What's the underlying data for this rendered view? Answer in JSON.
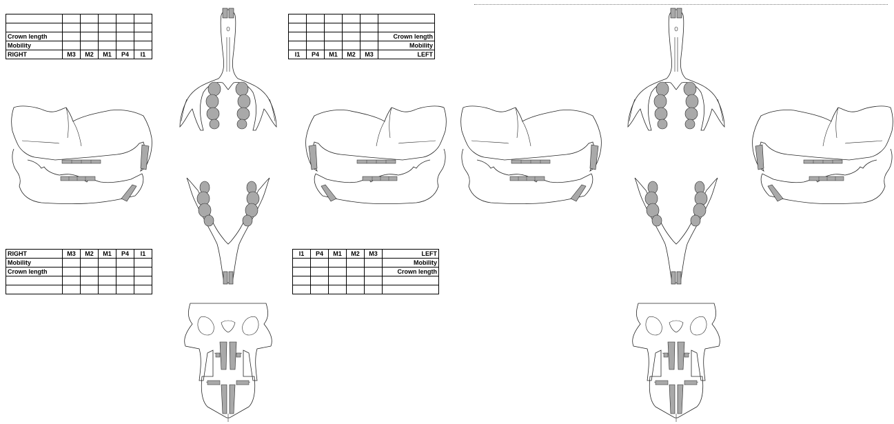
{
  "chart_top_right": {
    "rows": [
      {
        "label": "",
        "cells": [
          "",
          "",
          "",
          "",
          ""
        ]
      },
      {
        "label": "",
        "cells": [
          "",
          "",
          "",
          "",
          ""
        ]
      },
      {
        "label": "Crown length",
        "cells": [
          "",
          "",
          "",
          "",
          ""
        ]
      },
      {
        "label": "Mobility",
        "cells": [
          "",
          "",
          "",
          "",
          ""
        ]
      },
      {
        "label": "RIGHT",
        "cells": [
          "M3",
          "M2",
          "M1",
          "P4",
          "I1"
        ]
      }
    ]
  },
  "chart_top_left": {
    "rows": [
      {
        "label": "",
        "cells": [
          "",
          "",
          "",
          "",
          ""
        ]
      },
      {
        "label": "",
        "cells": [
          "",
          "",
          "",
          "",
          ""
        ]
      },
      {
        "label": "Crown length",
        "cells": [
          "",
          "",
          "",
          "",
          ""
        ]
      },
      {
        "label": "Mobility",
        "cells": [
          "",
          "",
          "",
          "",
          ""
        ]
      },
      {
        "label": "LEFT",
        "cells": [
          "I1",
          "P4",
          "M1",
          "M2",
          "M3"
        ]
      }
    ]
  },
  "chart_bottom_right": {
    "rows": [
      {
        "label": "RIGHT",
        "cells": [
          "M3",
          "M2",
          "M1",
          "P4",
          "I1"
        ]
      },
      {
        "label": "Mobility",
        "cells": [
          "",
          "",
          "",
          "",
          ""
        ]
      },
      {
        "label": "Crown length",
        "cells": [
          "",
          "",
          "",
          "",
          ""
        ]
      },
      {
        "label": "",
        "cells": [
          "",
          "",
          "",
          "",
          ""
        ]
      },
      {
        "label": "",
        "cells": [
          "",
          "",
          "",
          "",
          ""
        ]
      }
    ]
  },
  "chart_bottom_left": {
    "rows": [
      {
        "label": "LEFT",
        "cells": [
          "I1",
          "P4",
          "M1",
          "M2",
          "M3"
        ]
      },
      {
        "label": "Mobility",
        "cells": [
          "",
          "",
          "",
          "",
          ""
        ]
      },
      {
        "label": "Crown length",
        "cells": [
          "",
          "",
          "",
          "",
          ""
        ]
      },
      {
        "label": "",
        "cells": [
          "",
          "",
          "",
          "",
          ""
        ]
      },
      {
        "label": "",
        "cells": [
          "",
          "",
          "",
          "",
          ""
        ]
      }
    ]
  },
  "colors": {
    "line": "#222222",
    "tooth_fill": "#a9a9a9",
    "background": "#ffffff"
  }
}
